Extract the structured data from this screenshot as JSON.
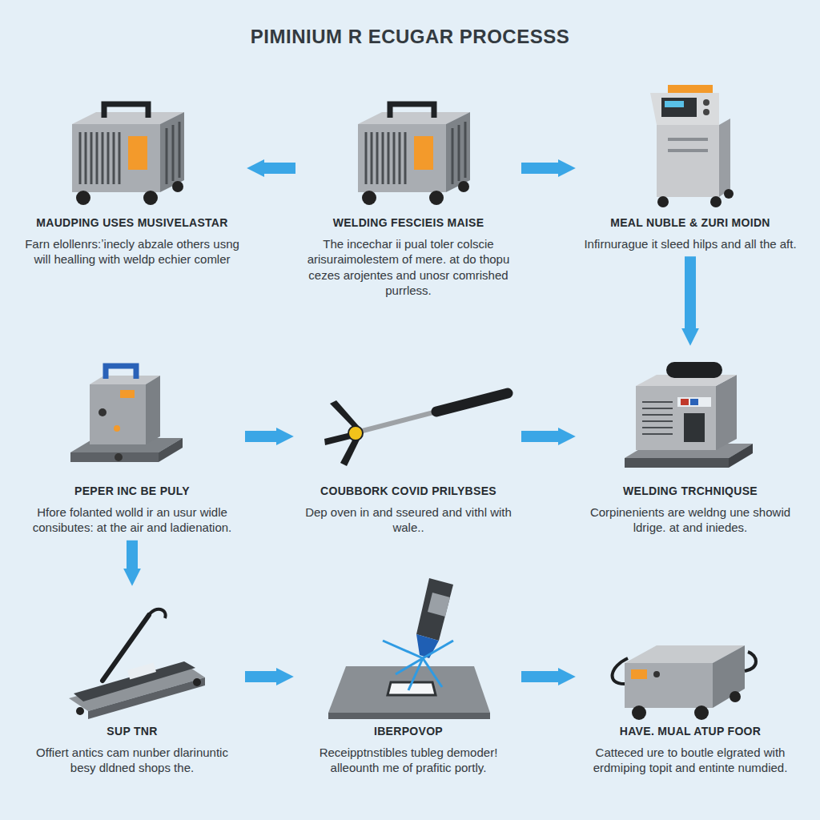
{
  "diagram": {
    "title": "PIMINIUM R ECUGAR PROCESSS",
    "nodes": [
      {
        "text": [
          "MAUDPING USES MUSIVELASTAR",
          "Farn elollenrs:ʼinecly abzale others usng will healling with weldp echier comler"
        ]
      },
      {
        "text": [
          "WELDING FESCIEIS MAISE",
          "The incechar ii pual toler colscie arisuraimolestem of mere. at do thopu cezes arojentes and unosr comrished purrless."
        ]
      },
      {
        "text": [
          "MEAL NUBLE & ZURI MOIDN",
          "Infirnurague it sleed hilps and all the aft."
        ]
      },
      {
        "text": [
          "PEPER INC BE PULY",
          "Hfore folanted wolld ir an usur widle consibutes: at the air and ladienation."
        ]
      },
      {
        "text": [
          "COUBBORK COVID PRILYBSES",
          "Dep oven in and sseured and vithl with wale.."
        ]
      },
      {
        "text": [
          "WELDING TRCHNIQUSE",
          "Corpinenients are weldng une showid ldrige. at and iniedes."
        ]
      },
      {
        "text": [
          "SUP TNR",
          "Offiert antics cam nunber dlarinuntic besy dldned shops the."
        ]
      },
      {
        "text": [
          "IBERPOVOP",
          "Receipptnstibles tubleg demoder! alleounth me of prafitic portly."
        ]
      },
      {
        "text": [
          "HAVE. MUAL ATUP FOOR",
          "Catteced ure to boutle elgrated with erdmiping topit and entinte numdied."
        ]
      }
    ],
    "edges": [
      {
        "from": 1,
        "to": 0,
        "arrow": "to"
      },
      {
        "from": 1,
        "to": 2,
        "arrow": "to"
      },
      {
        "from": 2,
        "to": 5,
        "arrow": "to"
      },
      {
        "from": 3,
        "to": 4,
        "arrow": "to"
      },
      {
        "from": 4,
        "to": 5,
        "arrow": "to"
      },
      {
        "from": 3,
        "to": 6,
        "arrow": "to"
      },
      {
        "from": 6,
        "to": 7,
        "arrow": "to"
      },
      {
        "from": 7,
        "to": 8,
        "arrow": "to"
      }
    ]
  }
}
